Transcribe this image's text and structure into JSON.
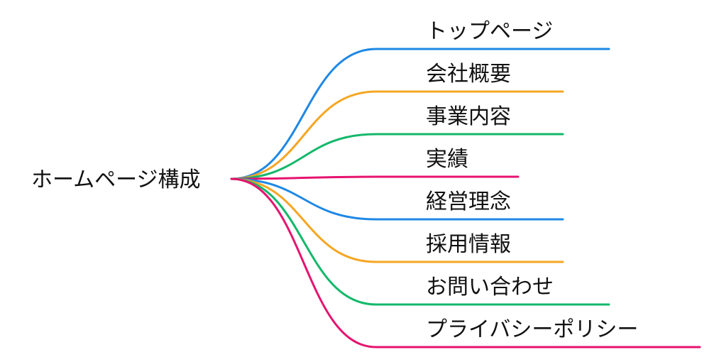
{
  "root": {
    "label": "ホームページ構成"
  },
  "branches": [
    {
      "label": "トップページ",
      "color": "#1e88e5"
    },
    {
      "label": "会社概要",
      "color": "#f5a623"
    },
    {
      "label": "事業内容",
      "color": "#14b86a"
    },
    {
      "label": "実績",
      "color": "#e6136f"
    },
    {
      "label": "経営理念",
      "color": "#1e88e5"
    },
    {
      "label": "採用情報",
      "color": "#f5a623"
    },
    {
      "label": "お問い合わせ",
      "color": "#14b86a"
    },
    {
      "label": "プライバシーポリシー",
      "color": "#e6136f"
    }
  ]
}
